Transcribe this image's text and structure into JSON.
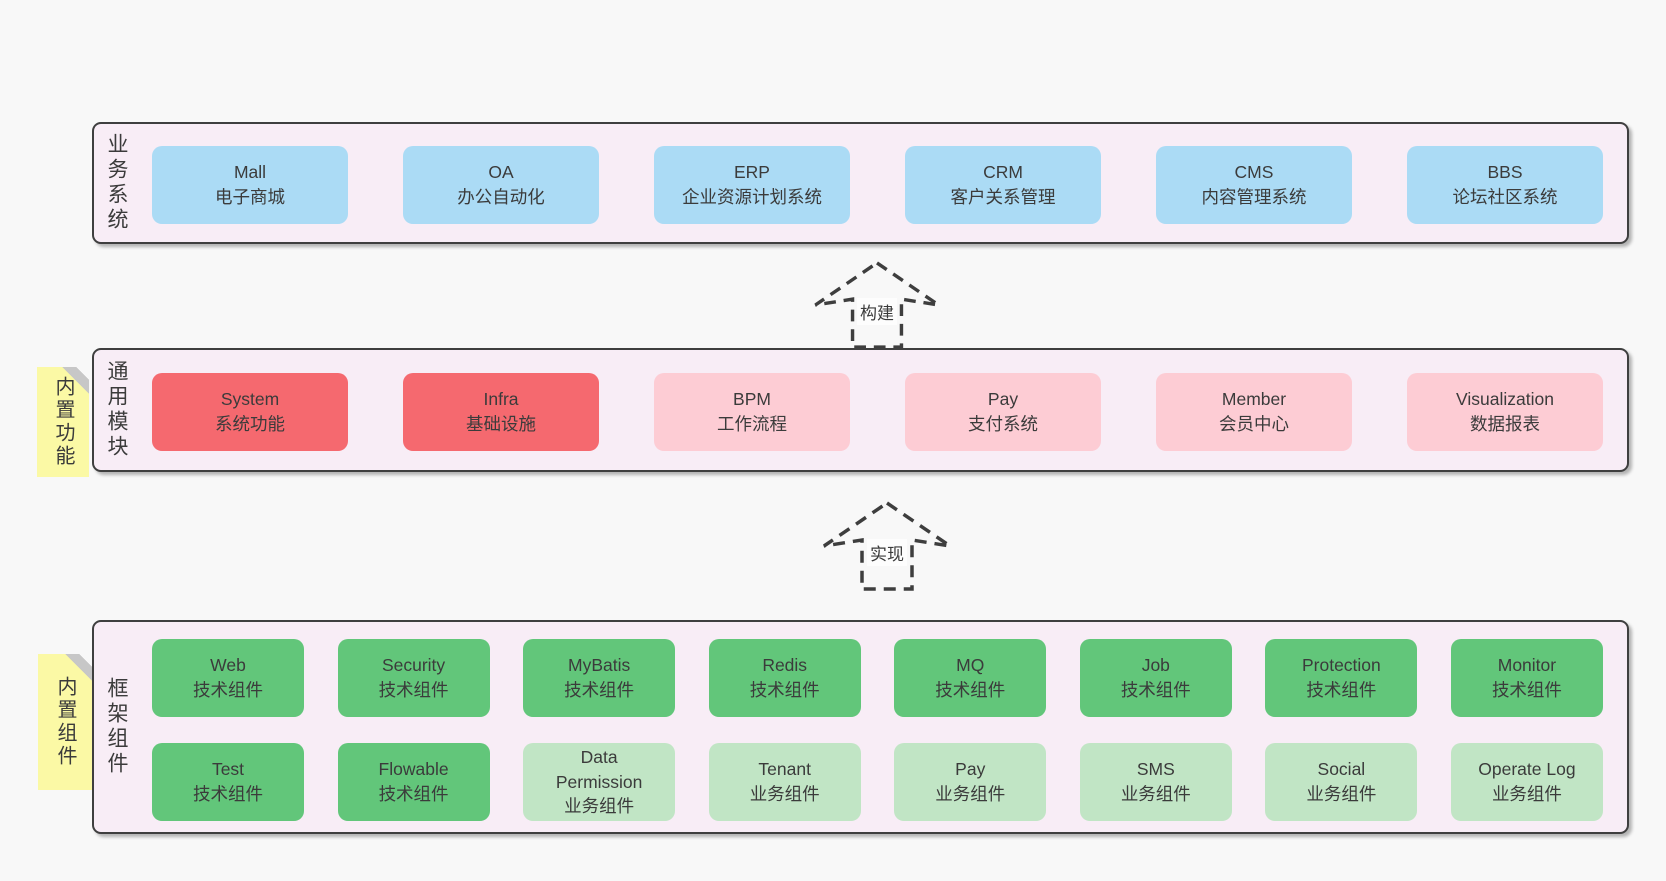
{
  "colors": {
    "page_background": "#f8f8f8",
    "band_background": "#f8edf6",
    "band_border": "#3f3f3f",
    "box_blue": "#abdbf5",
    "box_red": "#f5696f",
    "box_pink": "#fdccd4",
    "box_green_dark": "#62c67a",
    "box_green_light": "#c1e5c5",
    "note_yellow": "#fbf9a5",
    "note_fold_gray": "#c7c7c7",
    "text": "#3b3b3b"
  },
  "arrows": {
    "build": "构建",
    "implement": "实现"
  },
  "sections": {
    "business": {
      "label": "业务系统",
      "boxes": [
        {
          "title": "Mall",
          "subtitle": "电子商城",
          "variant": "blue"
        },
        {
          "title": "OA",
          "subtitle": "办公自动化",
          "variant": "blue"
        },
        {
          "title": "ERP",
          "subtitle": "企业资源计划系统",
          "variant": "blue"
        },
        {
          "title": "CRM",
          "subtitle": "客户关系管理",
          "variant": "blue"
        },
        {
          "title": "CMS",
          "subtitle": "内容管理系统",
          "variant": "blue"
        },
        {
          "title": "BBS",
          "subtitle": "论坛社区系统",
          "variant": "blue"
        }
      ]
    },
    "modules": {
      "label": "通用模块",
      "note": "内置功能",
      "boxes": [
        {
          "title": "System",
          "subtitle": "系统功能",
          "variant": "red"
        },
        {
          "title": "Infra",
          "subtitle": "基础设施",
          "variant": "red"
        },
        {
          "title": "BPM",
          "subtitle": "工作流程",
          "variant": "pink"
        },
        {
          "title": "Pay",
          "subtitle": "支付系统",
          "variant": "pink"
        },
        {
          "title": "Member",
          "subtitle": "会员中心",
          "variant": "pink"
        },
        {
          "title": "Visualization",
          "subtitle": "数据报表",
          "variant": "pink"
        }
      ]
    },
    "framework": {
      "label": "框架组件",
      "note": "内置组件",
      "row1": [
        {
          "title": "Web",
          "subtitle": "技术组件",
          "variant": "green"
        },
        {
          "title": "Security",
          "subtitle": "技术组件",
          "variant": "green"
        },
        {
          "title": "MyBatis",
          "subtitle": "技术组件",
          "variant": "green"
        },
        {
          "title": "Redis",
          "subtitle": "技术组件",
          "variant": "green"
        },
        {
          "title": "MQ",
          "subtitle": "技术组件",
          "variant": "green"
        },
        {
          "title": "Job",
          "subtitle": "技术组件",
          "variant": "green"
        },
        {
          "title": "Protection",
          "subtitle": "技术组件",
          "variant": "green"
        },
        {
          "title": "Monitor",
          "subtitle": "技术组件",
          "variant": "green"
        }
      ],
      "row2": [
        {
          "title": "Test",
          "subtitle": "技术组件",
          "variant": "green"
        },
        {
          "title": "Flowable",
          "subtitle": "技术组件",
          "variant": "green"
        },
        {
          "title": "Data Permission",
          "subtitle": "业务组件",
          "variant": "green-light"
        },
        {
          "title": "Tenant",
          "subtitle": "业务组件",
          "variant": "green-light"
        },
        {
          "title": "Pay",
          "subtitle": "业务组件",
          "variant": "green-light"
        },
        {
          "title": "SMS",
          "subtitle": "业务组件",
          "variant": "green-light"
        },
        {
          "title": "Social",
          "subtitle": "业务组件",
          "variant": "green-light"
        },
        {
          "title": "Operate Log",
          "subtitle": "业务组件",
          "variant": "green-light"
        }
      ]
    }
  }
}
